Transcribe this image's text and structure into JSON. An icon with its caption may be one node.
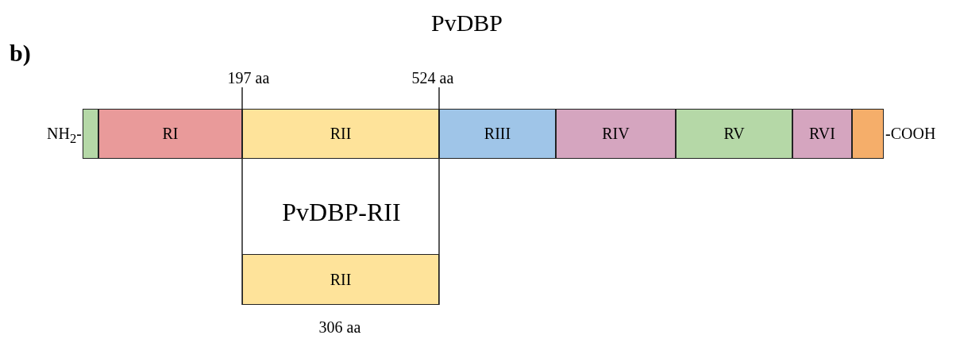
{
  "diagram": {
    "title": "PvDBP",
    "nodes": [
      {
        "text": [],
        "shape": "box"
      },
      {
        "text": [
          "RI"
        ]
      },
      {
        "text": [
          "RII"
        ]
      },
      {
        "text": [
          "RIII"
        ]
      },
      {
        "text": [
          "RIV"
        ]
      },
      {
        "text": [
          "RV"
        ]
      },
      {
        "text": [
          "RVI"
        ]
      },
      {
        "text": [],
        "shape": "box"
      },
      {
        "text": [
          "RII"
        ]
      }
    ],
    "edges": [],
    "labels": [
      "b)",
      "197 aa",
      "524 aa",
      "NH$_{2}$-",
      "-COOH",
      "PvDBP-RII",
      "306 aa"
    ]
  }
}
